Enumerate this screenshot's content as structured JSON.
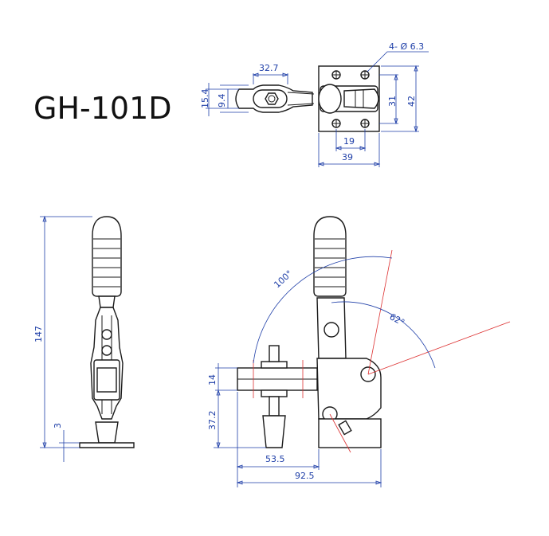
{
  "model": "GH-101D",
  "top_view": {
    "hole_note": "4- Ø 6.3",
    "dims": {
      "arm_length": "32.7",
      "height_outer": "15.4",
      "height_inner": "9.4",
      "base_inner_height": "31",
      "base_outer_height": "42",
      "hole_spacing": "19",
      "base_width": "39"
    }
  },
  "front_view": {
    "dims": {
      "overall_height": "147",
      "base_thickness": "3"
    }
  },
  "side_view": {
    "dims": {
      "open_angle": "100°",
      "release_angle": "62°",
      "bar_thickness": "14",
      "spindle_height": "37.2",
      "reach": "53.5",
      "overall_length": "92.5"
    }
  },
  "colors": {
    "dimension": "#1f3fa8",
    "centerline": "#d33333",
    "outline": "#1a1a1a"
  }
}
